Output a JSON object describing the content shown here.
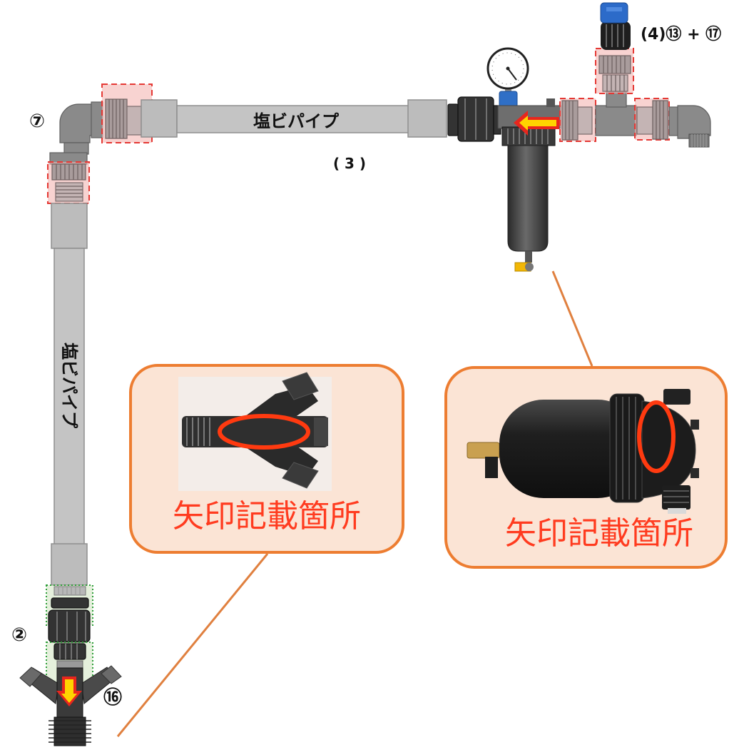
{
  "labels": {
    "top_pipe": "塩ビパイプ",
    "top_pipe_number": "( 3 )",
    "elbow_number": "⑦",
    "vertical_pipe": "塩ビパイプ",
    "union_number": "②",
    "y_filter_number": "⑯",
    "valve_numbers": "(4)⑬ + ⑰"
  },
  "callouts": [
    {
      "label": "矢印記載箇所"
    },
    {
      "label": "矢印記載箇所"
    }
  ],
  "colors": {
    "pipe": "#c4c4c4",
    "highlight_dashed": "#e53935",
    "highlight_fill": "#f4b6b3",
    "green_dotted": "#2e9e3a",
    "callout_fill": "#fbe4d5",
    "callout_border": "#ed7d31",
    "callout_text": "#ff3b1f",
    "arrow_outer": "#e8261e",
    "arrow_inner": "#ffd400"
  }
}
